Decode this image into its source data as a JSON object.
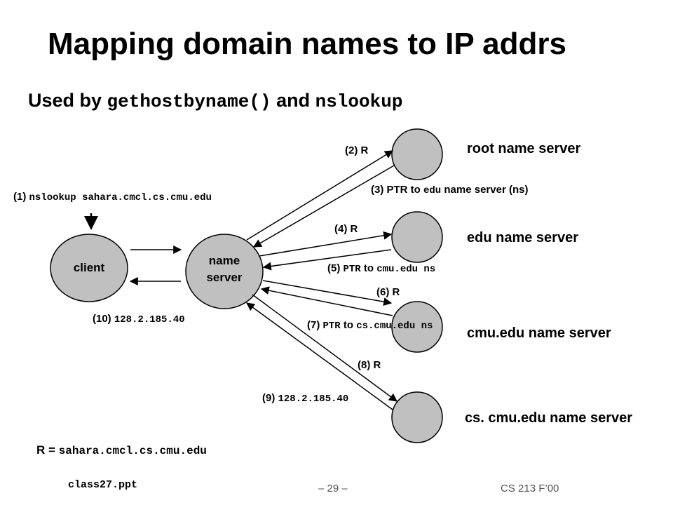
{
  "slide": {
    "title": "Mapping domain names to IP addrs",
    "subtitle": {
      "prefix": "Used by ",
      "func1": "gethostbyname()",
      "mid": " and ",
      "func2": "nslookup"
    }
  },
  "nodes": {
    "client": "client",
    "name_server_line1": "name",
    "name_server_line2": "server",
    "root": "root name server",
    "edu": "edu name server",
    "cmu": "cmu.edu name server",
    "cs": "cs. cmu.edu name server"
  },
  "steps": {
    "s1_num": "(1) ",
    "s1_cmd": "nslookup sahara.cmcl.cs.cmu.edu",
    "s2": "(2)  R",
    "s3_a": "(3) PTR to ",
    "s3_code": "edu",
    "s3_b": " name server (ns)",
    "s4": "(4)  R",
    "s5_num": "(5) ",
    "s5_code1": "PTR",
    "s5_mid": " to ",
    "s5_code2": "cmu.edu ns",
    "s6": "(6)  R",
    "s7_num": "(7) ",
    "s7_code1": "PTR",
    "s7_mid": " to ",
    "s7_code2": "cs.cmu.edu ns",
    "s8": "(8)  R",
    "s9_num": "(9) ",
    "s9_ip": "128.2.185.40",
    "s10_num": "(10) ",
    "s10_ip": "128.2.185.40"
  },
  "legend": {
    "prefix": "R = ",
    "value": "sahara.cmcl.cs.cmu.edu"
  },
  "footer": {
    "file": "class27.ppt",
    "page": "– 29 –",
    "course": "CS 213 F’00"
  }
}
